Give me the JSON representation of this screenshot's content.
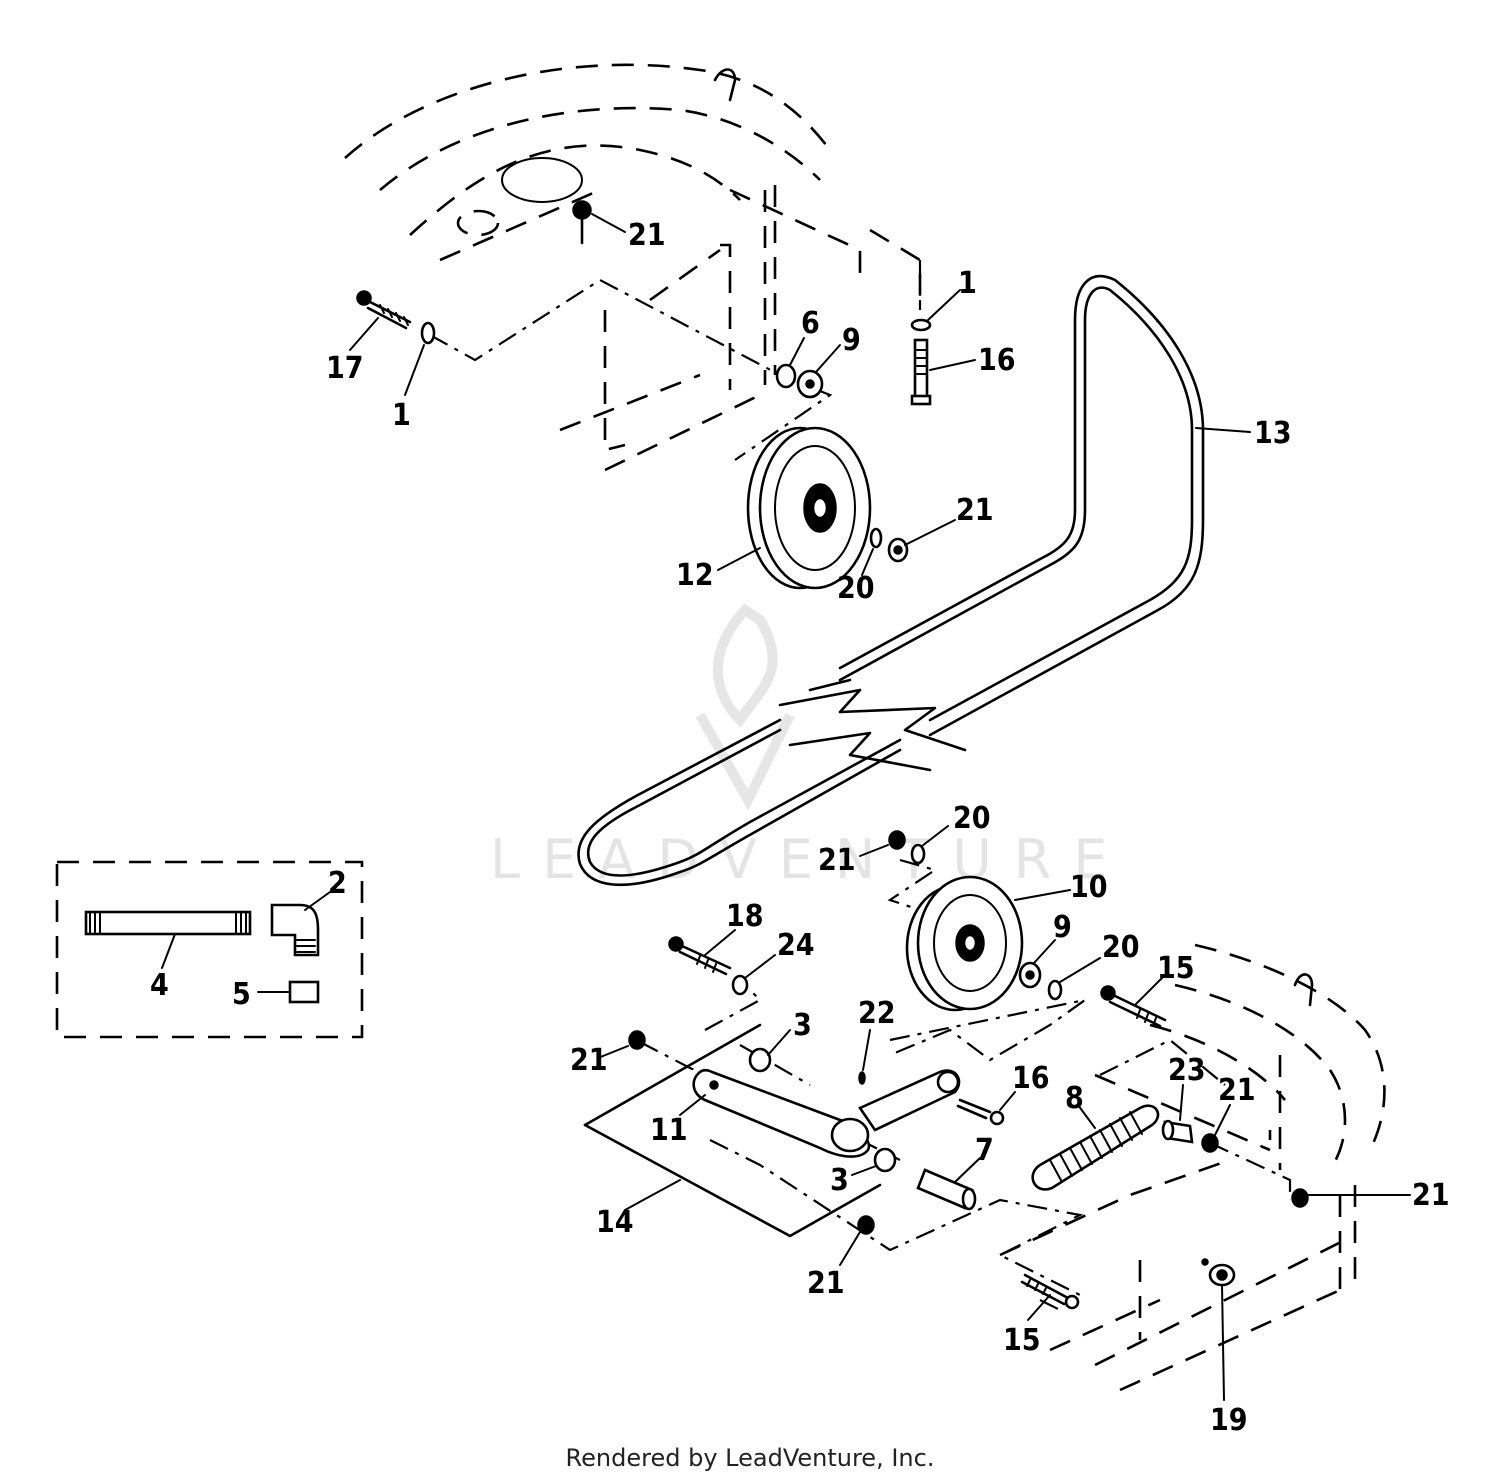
{
  "watermark": "LEADVENTURE",
  "footer": "Rendered by LeadVenture, Inc.",
  "callouts": [
    {
      "id": "c21a",
      "label": "21"
    },
    {
      "id": "c1a",
      "label": "1"
    },
    {
      "id": "c17",
      "label": "17"
    },
    {
      "id": "c1b",
      "label": "1"
    },
    {
      "id": "c6",
      "label": "6"
    },
    {
      "id": "c9a",
      "label": "9"
    },
    {
      "id": "c16a",
      "label": "16"
    },
    {
      "id": "c13",
      "label": "13"
    },
    {
      "id": "c21b",
      "label": "21"
    },
    {
      "id": "c12",
      "label": "12"
    },
    {
      "id": "c20a",
      "label": "20"
    },
    {
      "id": "c20b",
      "label": "20"
    },
    {
      "id": "c21c",
      "label": "21"
    },
    {
      "id": "c10",
      "label": "10"
    },
    {
      "id": "c2",
      "label": "2"
    },
    {
      "id": "c4",
      "label": "4"
    },
    {
      "id": "c5",
      "label": "5"
    },
    {
      "id": "c18",
      "label": "18"
    },
    {
      "id": "c24",
      "label": "24"
    },
    {
      "id": "c9b",
      "label": "9"
    },
    {
      "id": "c20c",
      "label": "20"
    },
    {
      "id": "c15a",
      "label": "15"
    },
    {
      "id": "c21d",
      "label": "21"
    },
    {
      "id": "c3a",
      "label": "3"
    },
    {
      "id": "c22",
      "label": "22"
    },
    {
      "id": "c16b",
      "label": "16"
    },
    {
      "id": "c23",
      "label": "23"
    },
    {
      "id": "c21e",
      "label": "21"
    },
    {
      "id": "c11",
      "label": "11"
    },
    {
      "id": "c8",
      "label": "8"
    },
    {
      "id": "c3b",
      "label": "3"
    },
    {
      "id": "c7",
      "label": "7"
    },
    {
      "id": "c21f",
      "label": "21"
    },
    {
      "id": "c14",
      "label": "14"
    },
    {
      "id": "c21g",
      "label": "21"
    },
    {
      "id": "c15b",
      "label": "15"
    },
    {
      "id": "c19",
      "label": "19"
    }
  ]
}
